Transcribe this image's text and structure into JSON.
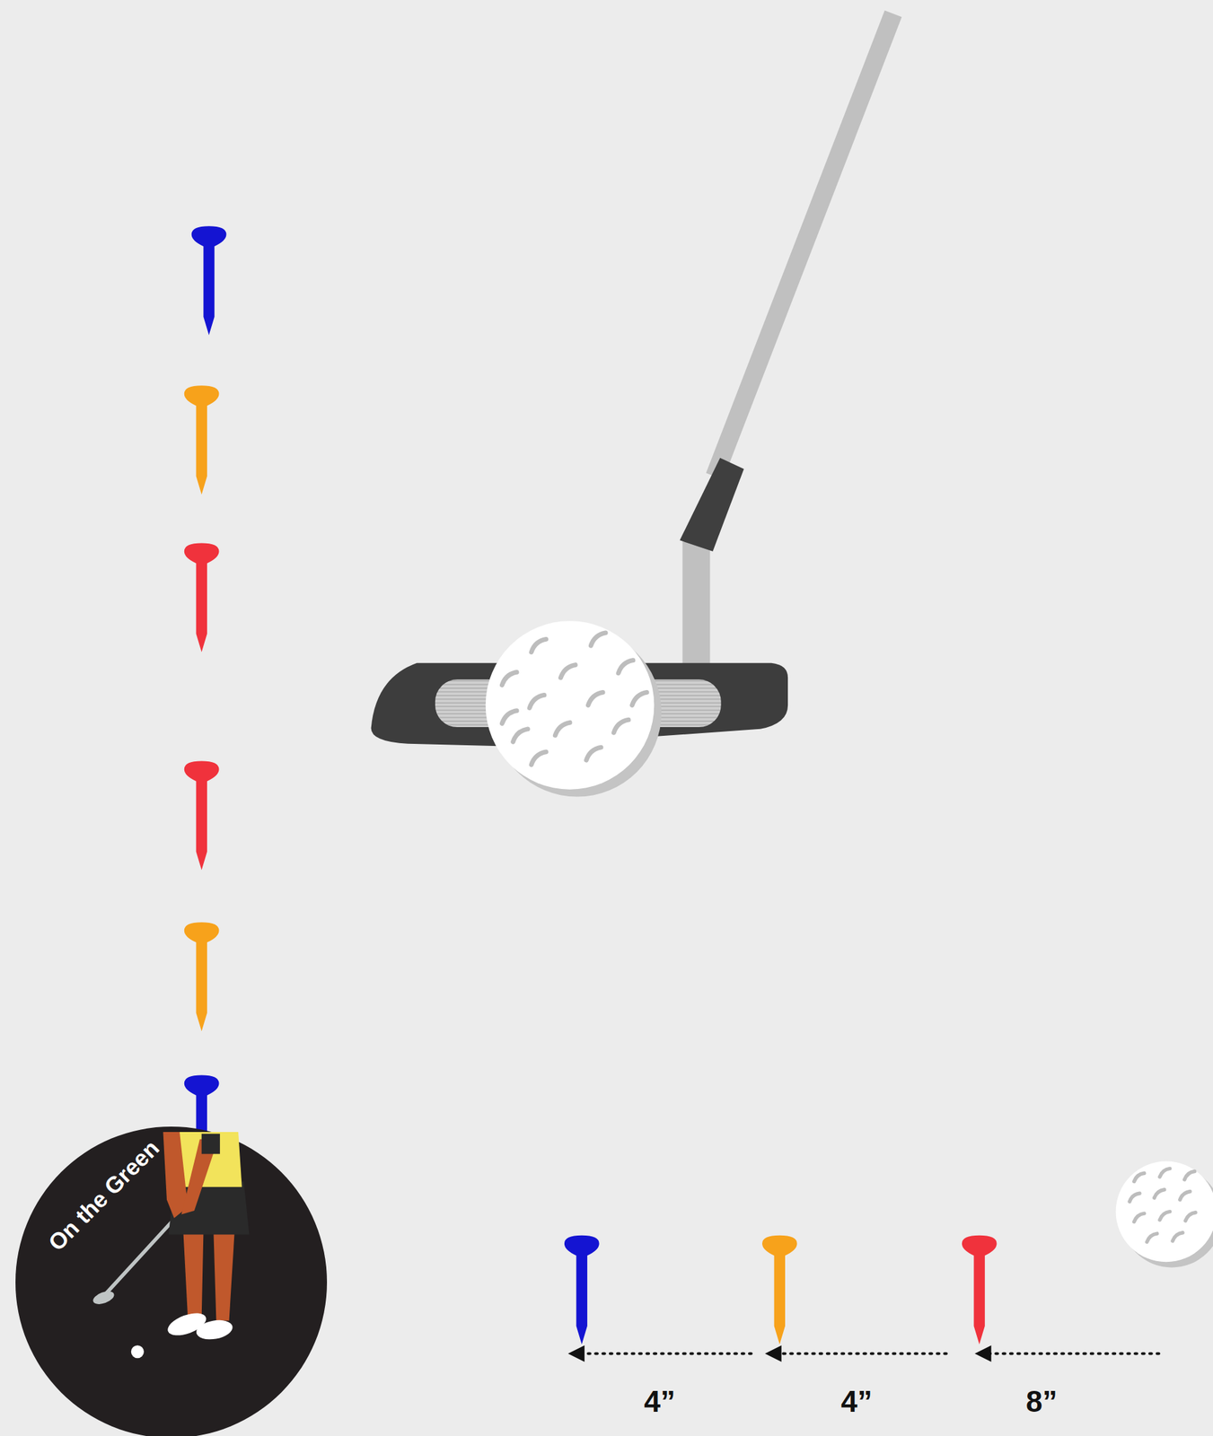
{
  "diagram": {
    "nodes": [
      {
        "text": [
          "On the Green"
        ]
      }
    ],
    "labels": [
      "4”",
      "4”",
      "8”"
    ]
  }
}
